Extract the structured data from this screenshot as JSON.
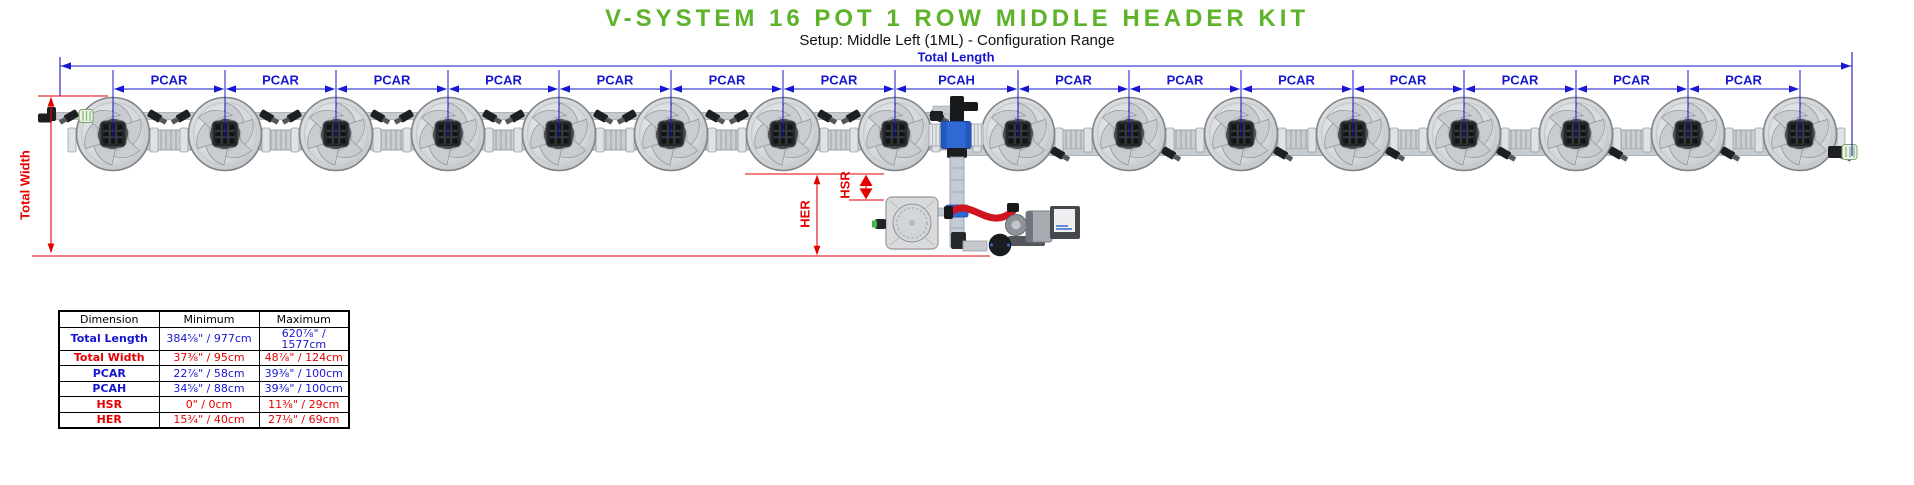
{
  "title": "V-SYSTEM 16 POT 1 ROW MIDDLE HEADER KIT",
  "subtitle": "Setup: Middle Left (1ML) - Configuration Range",
  "colors": {
    "title_green": "#5db32a",
    "dimension_blue": "#1616d1",
    "dimension_red": "#e60000"
  },
  "diagram": {
    "pot_count": 16,
    "total_length_label": "Total Length",
    "total_width_label": "Total Width",
    "her_label": "HER",
    "hsr_label": "HSR",
    "spans": [
      {
        "label": "PCAR"
      },
      {
        "label": "PCAR"
      },
      {
        "label": "PCAR"
      },
      {
        "label": "PCAR"
      },
      {
        "label": "PCAR"
      },
      {
        "label": "PCAR"
      },
      {
        "label": "PCAR"
      },
      {
        "label": "PCAH"
      },
      {
        "label": "PCAR"
      },
      {
        "label": "PCAR"
      },
      {
        "label": "PCAR"
      },
      {
        "label": "PCAR"
      },
      {
        "label": "PCAR"
      },
      {
        "label": "PCAR"
      },
      {
        "label": "PCAR"
      }
    ]
  },
  "table": {
    "headers": [
      "Dimension",
      "Minimum",
      "Maximum"
    ],
    "rows": [
      {
        "name": "Total Length",
        "min": "384⅝\" / 977cm",
        "max": "620⅞\" / 1577cm",
        "color": "blue"
      },
      {
        "name": "Total Width",
        "min": "37⅜\" / 95cm",
        "max": "48⅞\" / 124cm",
        "color": "red"
      },
      {
        "name": "PCAR",
        "min": "22⅞\" / 58cm",
        "max": "39⅜\" / 100cm",
        "color": "blue"
      },
      {
        "name": "PCAH",
        "min": "34⅝\" / 88cm",
        "max": "39⅜\" / 100cm",
        "color": "blue"
      },
      {
        "name": "HSR",
        "min": "0\" / 0cm",
        "max": "11⅜\" / 29cm",
        "color": "red"
      },
      {
        "name": "HER",
        "min": "15¾\" / 40cm",
        "max": "27⅛\" / 69cm",
        "color": "red"
      }
    ]
  }
}
